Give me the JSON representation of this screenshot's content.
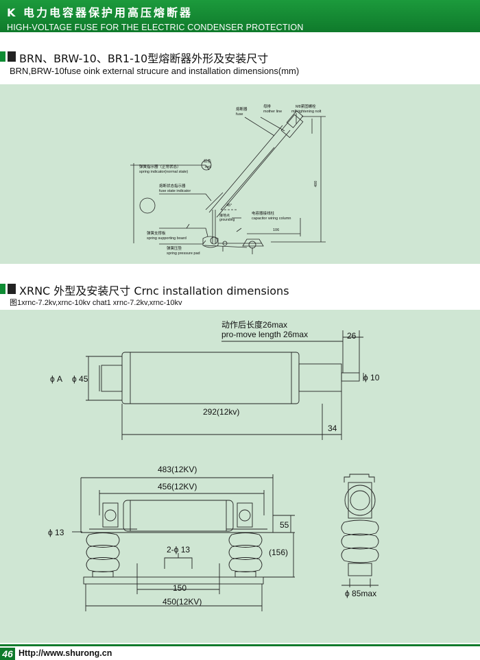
{
  "header": {
    "title_cn": "K 电力电容器保护用高压熔断器",
    "title_en": "HIGH-VOLTAGE FUSE FOR THE ELECTRIC CONDENSER PROTECTION"
  },
  "section1": {
    "title": "BRN、BRW-10、BR1-10型熔断器外形及安装尺寸",
    "subtitle": "BRN,BRW-10fuse oink external strucure and installation dimensions(mm)",
    "labels": {
      "fuse_cn": "熔断器",
      "fuse_en": "fuse",
      "mother_cn": "母排",
      "mother_en": "mother line",
      "bolt_cn": "M8紧固螺栓",
      "bolt_en": "m8 tightening nolt",
      "red_cn": "红色",
      "red_en": "red",
      "spring_ind_cn": "弹簧指示器（正常状态）",
      "spring_ind_en": "spring indicator(normal state)",
      "fuse_state_cn": "熔断状态指示器",
      "fuse_state_en": "fuse state indicator",
      "angle": "45°",
      "ground_cn": "接地点",
      "ground_en": "grounding",
      "cap_cn": "电容器接线柱",
      "cap_en": "capacitor wiring column",
      "dim_106": "106",
      "dim_400": "400",
      "board_cn": "弹簧支撑板",
      "board_en": "spring supporting board",
      "pad_cn": "弹簧压垫",
      "pad_en": "spring pressure pad"
    }
  },
  "section2": {
    "title": "XRNC 外型及安装尺寸 Crnc installation dimensions",
    "subtitle": "图1xrnc-7.2kv,xrnc-10kv chat1 xrnc-7.2kv,xrnc-10kv",
    "labels": {
      "move_cn": "动作后长度26max",
      "move_en": "pro-move length 26max",
      "dim_26": "26",
      "phiA": "ϕ A",
      "phi45": "ϕ 45",
      "phi10": "ϕ 10",
      "dim_292": "292(12kv)",
      "dim_34": "34",
      "dim_483": "483(12KV)",
      "dim_456": "456(12KV)",
      "phi13": "ϕ 13",
      "dim_55": "55",
      "holes": "2-ϕ 13",
      "dim_156": "(156)",
      "dim_150": "150",
      "dim_450": "450(12KV)",
      "phi85": "ϕ 85max"
    }
  },
  "footer": {
    "page": "46",
    "url": "Http://www.shurong.cn"
  },
  "colors": {
    "brand_green": "#0f7a2b",
    "panel_bg": "#cfe6d3",
    "ink": "#111111"
  }
}
